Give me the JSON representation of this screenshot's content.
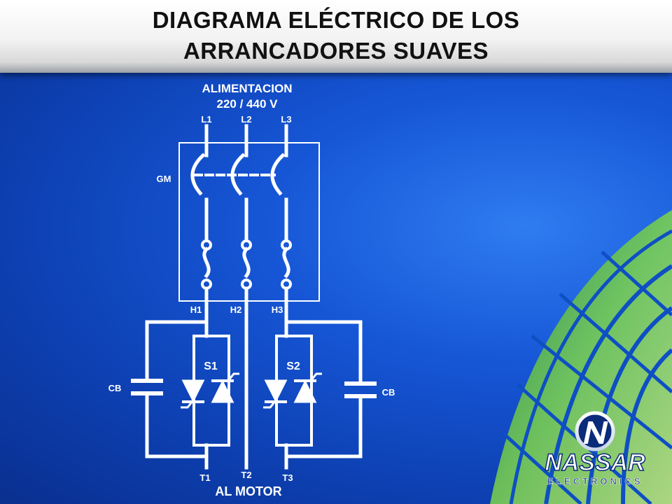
{
  "title": {
    "line1": "DIAGRAMA ELÉCTRICO  DE  LOS",
    "line2": "ARRANCADORES SUAVES"
  },
  "diagram": {
    "supply_label": "ALIMENTACION",
    "voltage_label": "220 / 440 V",
    "line_labels": [
      "L1",
      "L2",
      "L3"
    ],
    "breaker_label": "GM",
    "fuse_out_labels": [
      "H1",
      "H2",
      "H3"
    ],
    "thyristor_labels": [
      "S1",
      "S2"
    ],
    "capacitor_labels": [
      "CB",
      "CB"
    ],
    "output_labels": [
      "T1",
      "T2",
      "T3"
    ],
    "motor_label": "AL MOTOR"
  },
  "logo": {
    "brand": "NASSAR",
    "sub": "ELECTRONICS"
  },
  "colors": {
    "background": "#1656d6",
    "wire": "#ffffff",
    "title_text": "#111111",
    "accent_green": "#9be04a"
  }
}
